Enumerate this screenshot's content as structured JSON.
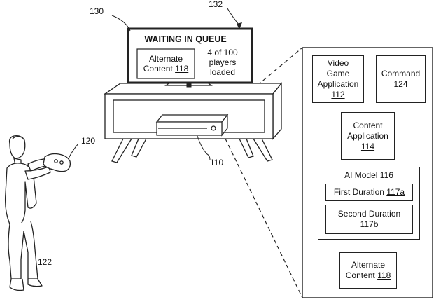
{
  "labels": {
    "screen_ref": "130",
    "screen_content_ref": "132",
    "console_ref": "110",
    "controller_ref": "120",
    "user_ref": "122"
  },
  "tv": {
    "heading": "WAITING IN QUEUE",
    "alt_line1": "Alternate",
    "alt_line2": "Content ",
    "alt_ref": "118",
    "status_line1": "4 of 100",
    "status_line2": "players",
    "status_line3": "loaded"
  },
  "panel": {
    "video_game": {
      "line1": "Video",
      "line2": "Game",
      "line3": "Application",
      "ref": "112"
    },
    "command": {
      "line1": "Command",
      "ref": "124"
    },
    "content_app": {
      "line1": "Content",
      "line2": "Application",
      "ref": "114"
    },
    "ai_model": {
      "label": "AI Model ",
      "ref": "116",
      "first": {
        "label": "First Duration ",
        "ref": "117a"
      },
      "second": {
        "line1": "Second Duration",
        "ref": "117b"
      }
    },
    "alternate": {
      "line1": "Alternate",
      "line2": "Content ",
      "ref": "118"
    }
  }
}
